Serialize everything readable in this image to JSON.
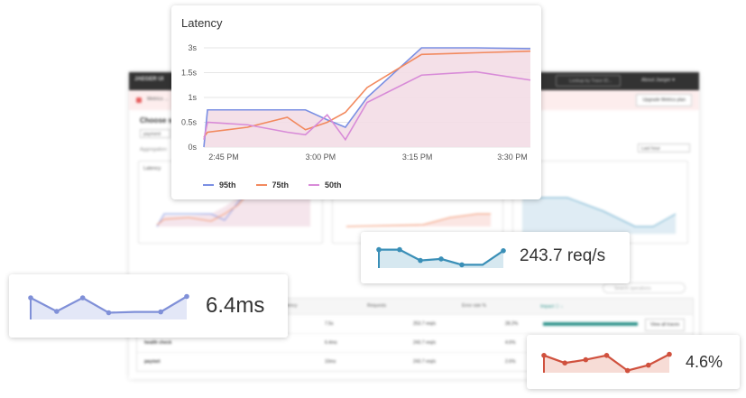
{
  "background_app": {
    "brand": "JAEGER UI",
    "find_placeholder": "Lookup by Trace ID...",
    "about": "About Jaeger ▾",
    "notice": "Metrics ...",
    "upgrade_label": "Upgrade Metrics plan",
    "heading": "Choose service",
    "service_select": "payment",
    "aggregation_label": "Aggregation",
    "timeframe": "Last hour",
    "chart_titles": [
      "Latency",
      "",
      ""
    ],
    "search_operations_placeholder": "Search operations",
    "table": {
      "headers": [
        "",
        "Latency",
        "Requests",
        "Error rate %",
        "Impact ⓘ ↓",
        ""
      ],
      "rows": [
        {
          "name": "",
          "latency": "7.5s",
          "requests": "253.7 req/s",
          "error": "28.2%",
          "view_all": "View all traces"
        },
        {
          "name": "health check",
          "latency": "6.4ms",
          "requests": "243.7 req/s",
          "error": "4.6%",
          "view_all": ""
        },
        {
          "name": "paymet",
          "latency": "10ms",
          "requests": "243.7 req/s",
          "error": "2.6%",
          "view_all": ""
        }
      ]
    }
  },
  "latency_card": {
    "title": "Latency",
    "legend": [
      "95th",
      "75th",
      "50th"
    ],
    "colors": {
      "p95": "#7a8fe3",
      "p75": "#f2895e",
      "p50": "#d88bd8",
      "fill": "#f3dde6"
    }
  },
  "chart_data": {
    "type": "line",
    "title": "Latency",
    "x_ticks": [
      "2:45 PM",
      "3:00 PM",
      "3:15 PM",
      "3:30 PM"
    ],
    "y_ticks": [
      "0s",
      "0.5s",
      "1s",
      "1.5s",
      "3s"
    ],
    "ylim": [
      0,
      3
    ],
    "x_minutes": [
      0,
      1,
      12,
      23,
      28,
      34,
      39,
      45,
      60,
      75,
      90
    ],
    "series": [
      {
        "name": "95th",
        "values": [
          0,
          0.75,
          0.75,
          0.75,
          0.75,
          0.55,
          0.4,
          1.0,
          3.0,
          3.0,
          2.95
        ]
      },
      {
        "name": "75th",
        "values": [
          0.2,
          0.3,
          0.4,
          0.6,
          0.35,
          0.5,
          0.7,
          1.2,
          2.6,
          2.7,
          2.8
        ]
      },
      {
        "name": "50th",
        "values": [
          0.15,
          0.5,
          0.45,
          0.3,
          0.25,
          0.65,
          0.15,
          0.9,
          1.45,
          1.55,
          1.35
        ]
      }
    ]
  },
  "metric_cards": {
    "throughput": {
      "value": "243.7 req/s",
      "color": "#3a8fb7",
      "fill": "#d6e8f0",
      "spark": [
        0.85,
        0.85,
        0.35,
        0.42,
        0.15,
        0.15,
        0.8
      ]
    },
    "avg_latency": {
      "value": "6.4ms",
      "color": "#8090d8",
      "fill": "#e3e7f7",
      "spark": [
        0.8,
        0.3,
        0.8,
        0.25,
        0.28,
        0.28,
        0.85
      ]
    },
    "error_rate": {
      "value": "4.6%",
      "color": "#d0513e",
      "fill": "#f7dcd6",
      "spark": [
        0.8,
        0.45,
        0.6,
        0.8,
        0.1,
        0.35,
        0.85
      ]
    }
  }
}
